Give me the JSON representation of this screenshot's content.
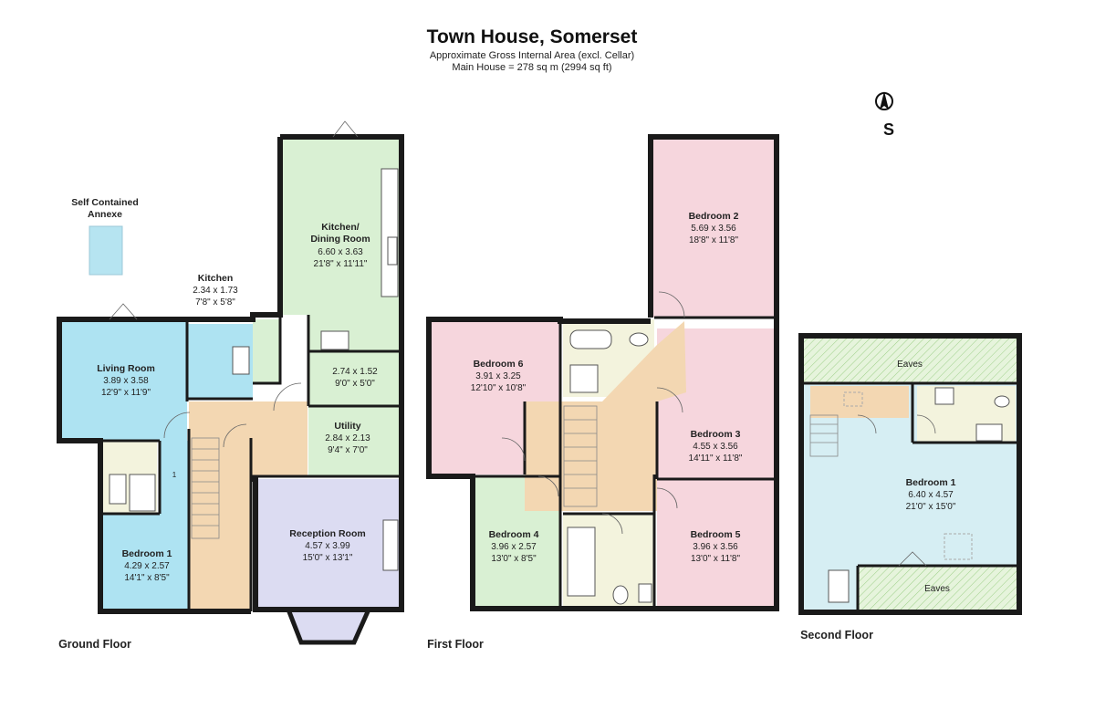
{
  "header": {
    "title": "Town House, Somerset",
    "area_line": "Approximate Gross Internal Area (excl. Cellar)",
    "main_house_line": "Main House = 278 sq m (2994 sq ft)"
  },
  "compass": {
    "letter": "S",
    "icon": "compass-arrow-icon"
  },
  "floors": {
    "ground": "Ground Floor",
    "first": "First Floor",
    "second": "Second Floor"
  },
  "annexe": {
    "line1": "Self Contained",
    "line2": "Annexe"
  },
  "rooms": {
    "kitchen_dining": {
      "name1": "Kitchen/",
      "name2": "Dining Room",
      "metric": "6.60 x 3.63",
      "imperial": "21'8\" x 11'11\""
    },
    "kitchen": {
      "name": "Kitchen",
      "metric": "2.34 x 1.73",
      "imperial": "7'8\" x 5'8\""
    },
    "living": {
      "name": "Living Room",
      "metric": "3.89 x 3.58",
      "imperial": "12'9\" x 11'9\""
    },
    "store": {
      "metric": "2.74 x 1.52",
      "imperial": "9'0\" x 5'0\""
    },
    "utility": {
      "name": "Utility",
      "metric": "2.84 x 2.13",
      "imperial": "9'4\" x 7'0\""
    },
    "reception": {
      "name": "Reception Room",
      "metric": "4.57 x 3.99",
      "imperial": "15'0\" x 13'1\""
    },
    "annexe_bedroom": {
      "name": "Bedroom 1",
      "metric": "4.29 x 2.57",
      "imperial": "14'1\" x 8'5\""
    },
    "bedroom2": {
      "name": "Bedroom 2",
      "metric": "5.69 x 3.56",
      "imperial": "18'8\" x 11'8\""
    },
    "bedroom6": {
      "name": "Bedroom 6",
      "metric": "3.91 x 3.25",
      "imperial": "12'10\" x 10'8\""
    },
    "bedroom3": {
      "name": "Bedroom 3",
      "metric": "4.55 x 3.56",
      "imperial": "14'11\" x 11'8\""
    },
    "bedroom4": {
      "name": "Bedroom 4",
      "metric": "3.96 x 2.57",
      "imperial": "13'0\" x 8'5\""
    },
    "bedroom5": {
      "name": "Bedroom 5",
      "metric": "3.96 x 3.56",
      "imperial": "13'0\" x 11'8\""
    },
    "bedroom1": {
      "name": "Bedroom 1",
      "metric": "6.40 x 4.57",
      "imperial": "21'0\" x 15'0\""
    },
    "eaves_top": {
      "name": "Eaves"
    },
    "eaves_bottom": {
      "name": "Eaves"
    }
  },
  "misc": {
    "stair_mark": "1"
  },
  "colors": {
    "kitchen_green": "#d9f0d3",
    "living_blue": "#aee3f2",
    "hall_tan": "#f3d7b2",
    "reception_lilac": "#dcdcf2",
    "bedroom_pink": "#f6d6dd",
    "wet_cream": "#f3f3dd",
    "attic_blue": "#d6eef3",
    "eaves_green": "#e6f4dc",
    "annexe_blue": "#b6e4f1",
    "wall": "#1a1a1a"
  }
}
